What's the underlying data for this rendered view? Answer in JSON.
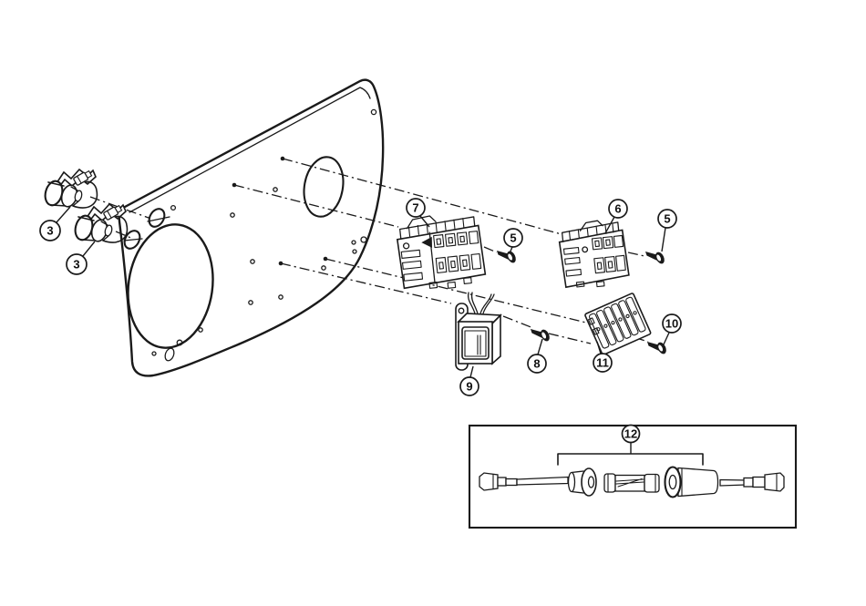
{
  "figure": {
    "background_color": "#ffffff",
    "line_color": "#1a1a1a"
  },
  "callouts": {
    "c3a": {
      "label": "3",
      "part": "bulb-socket"
    },
    "c3b": {
      "label": "3",
      "part": "bulb-socket"
    },
    "c7": {
      "label": "7",
      "part": "switch-connector-large"
    },
    "c5a": {
      "label": "5",
      "part": "mounting-screw"
    },
    "c6": {
      "label": "6",
      "part": "switch-connector-small"
    },
    "c5b": {
      "label": "5",
      "part": "mounting-screw"
    },
    "c8": {
      "label": "8",
      "part": "mounting-screw"
    },
    "c9": {
      "label": "9",
      "part": "rocker-switch"
    },
    "c10": {
      "label": "10",
      "part": "mounting-screw"
    },
    "c11": {
      "label": "11",
      "part": "terminal-block"
    },
    "c12": {
      "label": "12",
      "part": "inline-fuse-holder-assembly"
    }
  }
}
